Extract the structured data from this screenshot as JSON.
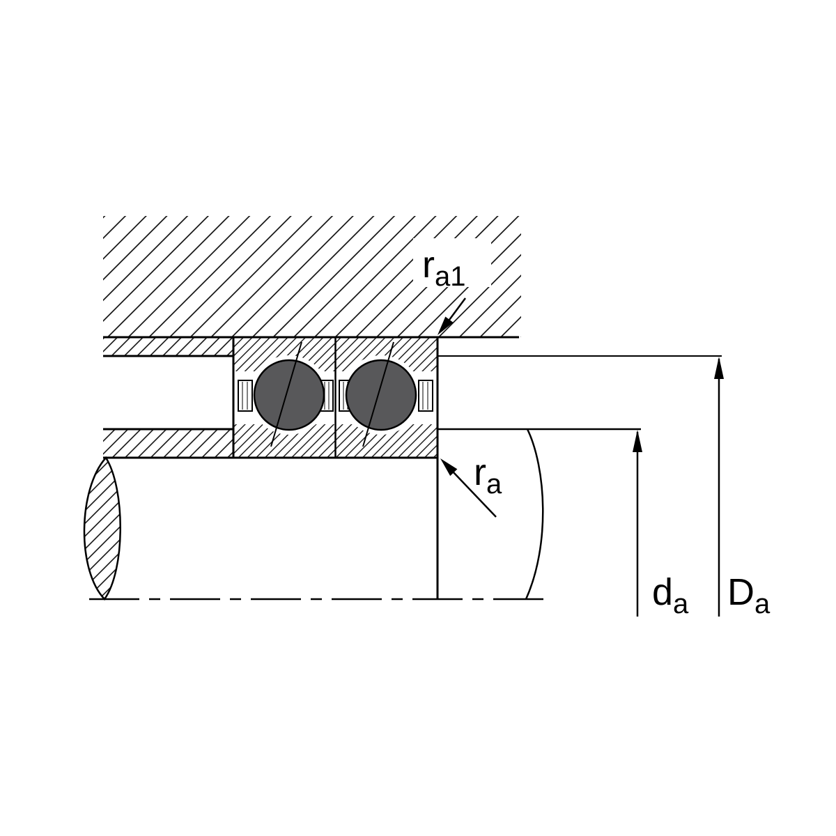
{
  "figure": {
    "kind": "bearing-mounting-cross-section",
    "description": "Spindle bearing pair mounted between housing and shaft with abutment and fillet dimension callouts",
    "background": "#ffffff",
    "line_color": "#000000",
    "ball_color": "#58585a",
    "labels": {
      "ra1": {
        "base": "r",
        "sub": "a1"
      },
      "ra": {
        "base": "r",
        "sub": "a"
      },
      "da": {
        "base": "d",
        "sub": "a"
      },
      "Da": {
        "base": "D",
        "sub": "a"
      }
    }
  }
}
